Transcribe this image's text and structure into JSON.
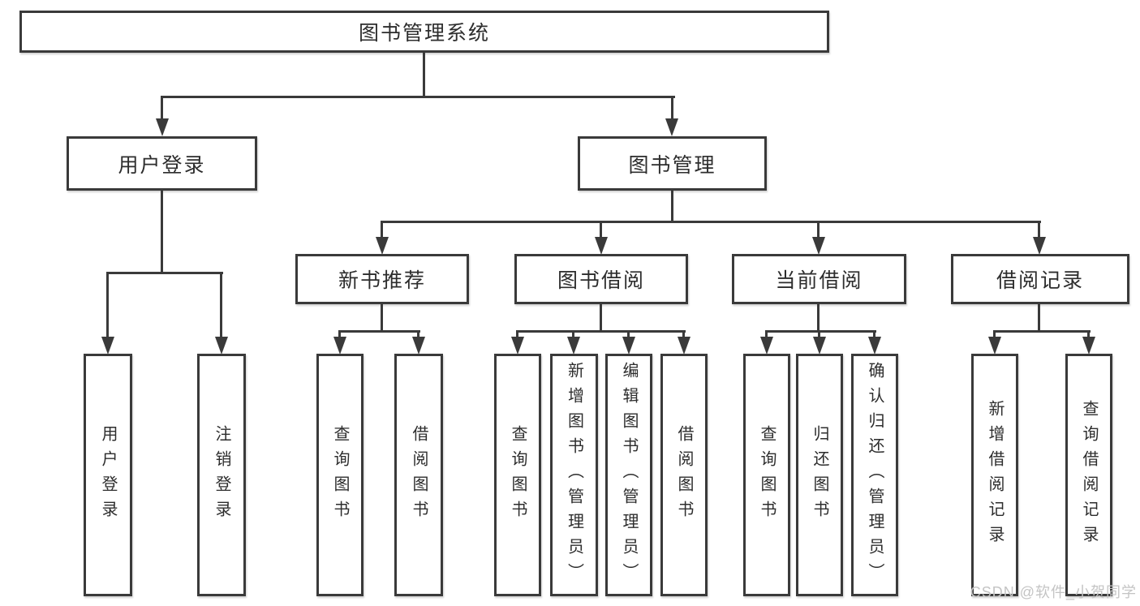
{
  "diagram_type": "functional-structure-tree",
  "colors": {
    "line": "#3a3a3a",
    "box_border": "#3a3a3a",
    "text": "#2d2d2d",
    "background": "#ffffff",
    "watermark": "#c4c4c4"
  },
  "tree": {
    "label": "图书管理系统",
    "children": [
      {
        "label": "用户登录",
        "children": [
          {
            "label": "用户登录"
          },
          {
            "label": "注销登录"
          }
        ]
      },
      {
        "label": "图书管理",
        "children": [
          {
            "label": "新书推荐",
            "children": [
              {
                "label": "查询图书"
              },
              {
                "label": "借阅图书"
              }
            ]
          },
          {
            "label": "图书借阅",
            "children": [
              {
                "label": "查询图书"
              },
              {
                "label": "新增图书（管理员）"
              },
              {
                "label": "编辑图书（管理员）"
              },
              {
                "label": "借阅图书"
              }
            ]
          },
          {
            "label": "当前借阅",
            "children": [
              {
                "label": "查询图书"
              },
              {
                "label": "归还图书"
              },
              {
                "label": "确认归还（管理员）"
              }
            ]
          },
          {
            "label": "借阅记录",
            "children": [
              {
                "label": "新增借阅记录"
              },
              {
                "label": "查询借阅记录"
              }
            ]
          }
        ]
      }
    ]
  },
  "watermark": {
    "text": "CSDN @软件_小贺同学"
  }
}
